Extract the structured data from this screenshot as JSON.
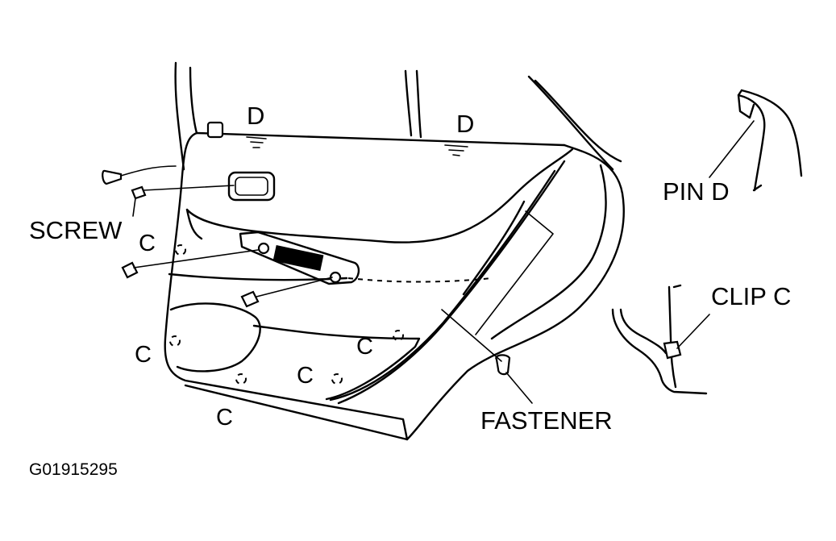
{
  "labels": {
    "d_left": "D",
    "d_right": "D",
    "pin_d": "PIN D",
    "screw": "SCREW",
    "clip_c": "CLIP C",
    "c_upper": "C",
    "c_left": "C",
    "c_middle": "C",
    "c_lower": "C",
    "c_bottom": "C",
    "fastener": "FASTENER",
    "figure_code": "G01915295"
  }
}
